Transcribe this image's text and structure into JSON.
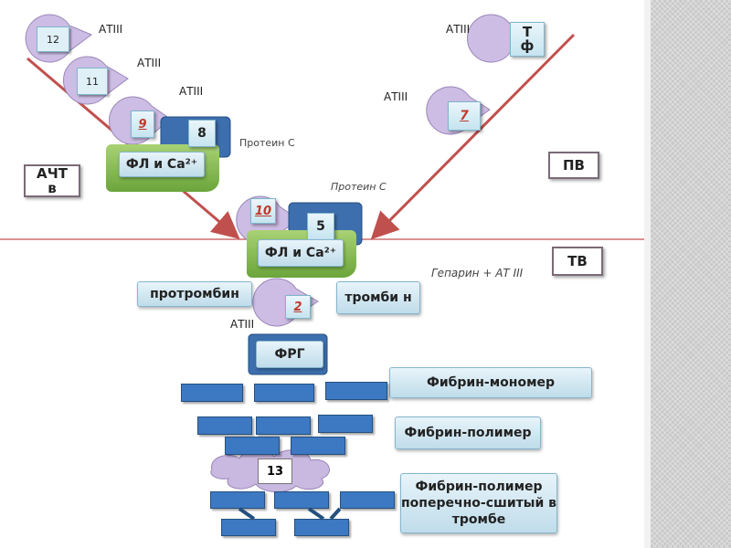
{
  "labels": {
    "at1": "АТIII",
    "at2": "АТIII",
    "at3": "АТIII",
    "at4": "АТIII",
    "at5": "АТIII",
    "at6": "АТIII",
    "protein_c_1": "Протеин С",
    "protein_c_2": "Протеин С",
    "heparin": "Гепарин + АТ III"
  },
  "factors": {
    "f12": "12",
    "f11": "11",
    "f9": "9",
    "f8": "8",
    "f10": "10",
    "f5": "5",
    "f7": "7",
    "tf": "Т ф",
    "f2": "2",
    "f13": "13"
  },
  "boxes": {
    "achtv": "АЧТ в",
    "pv": "ПВ",
    "tv": "ТВ",
    "frg": "ФРГ"
  },
  "complex_upper": "ФЛ и Са²⁺",
  "complex_lower": "ФЛ и Са²⁺",
  "pills": {
    "prothrombin": "протромбин",
    "thrombin": "тромби н",
    "fibrin_monomer": "Фибрин-мономер",
    "fibrin_polymer": "Фибрин-полимер",
    "fibrin_crosslinked": "Фибрин-полимер поперечно-сшитый в тромбе"
  },
  "colors": {
    "arrow": "#c0504d",
    "pacman": "#c9b8e0",
    "brick": "#3d78c2",
    "green": "#7fb547",
    "dark_blue": "#3d6fae"
  }
}
